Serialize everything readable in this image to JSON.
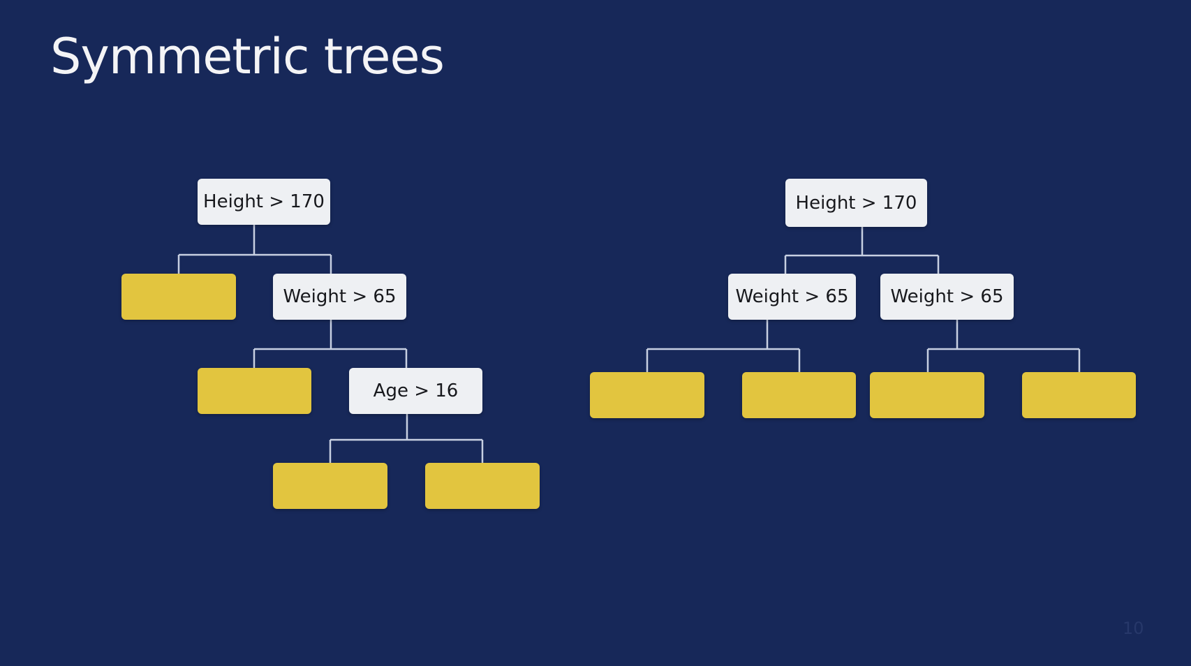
{
  "slide": {
    "title": "Symmetric trees",
    "page_number": "10"
  },
  "colors": {
    "background": "#172859",
    "split_node": "#eef0f3",
    "leaf_node": "#e2c53f",
    "connector": "#c8d0e2"
  },
  "left_tree": {
    "root": "Height > 170",
    "level2_split": "Weight > 65",
    "level3_split": "Age > 16"
  },
  "right_tree": {
    "root": "Height > 170",
    "level2_left_split": "Weight > 65",
    "level2_right_split": "Weight > 65"
  }
}
